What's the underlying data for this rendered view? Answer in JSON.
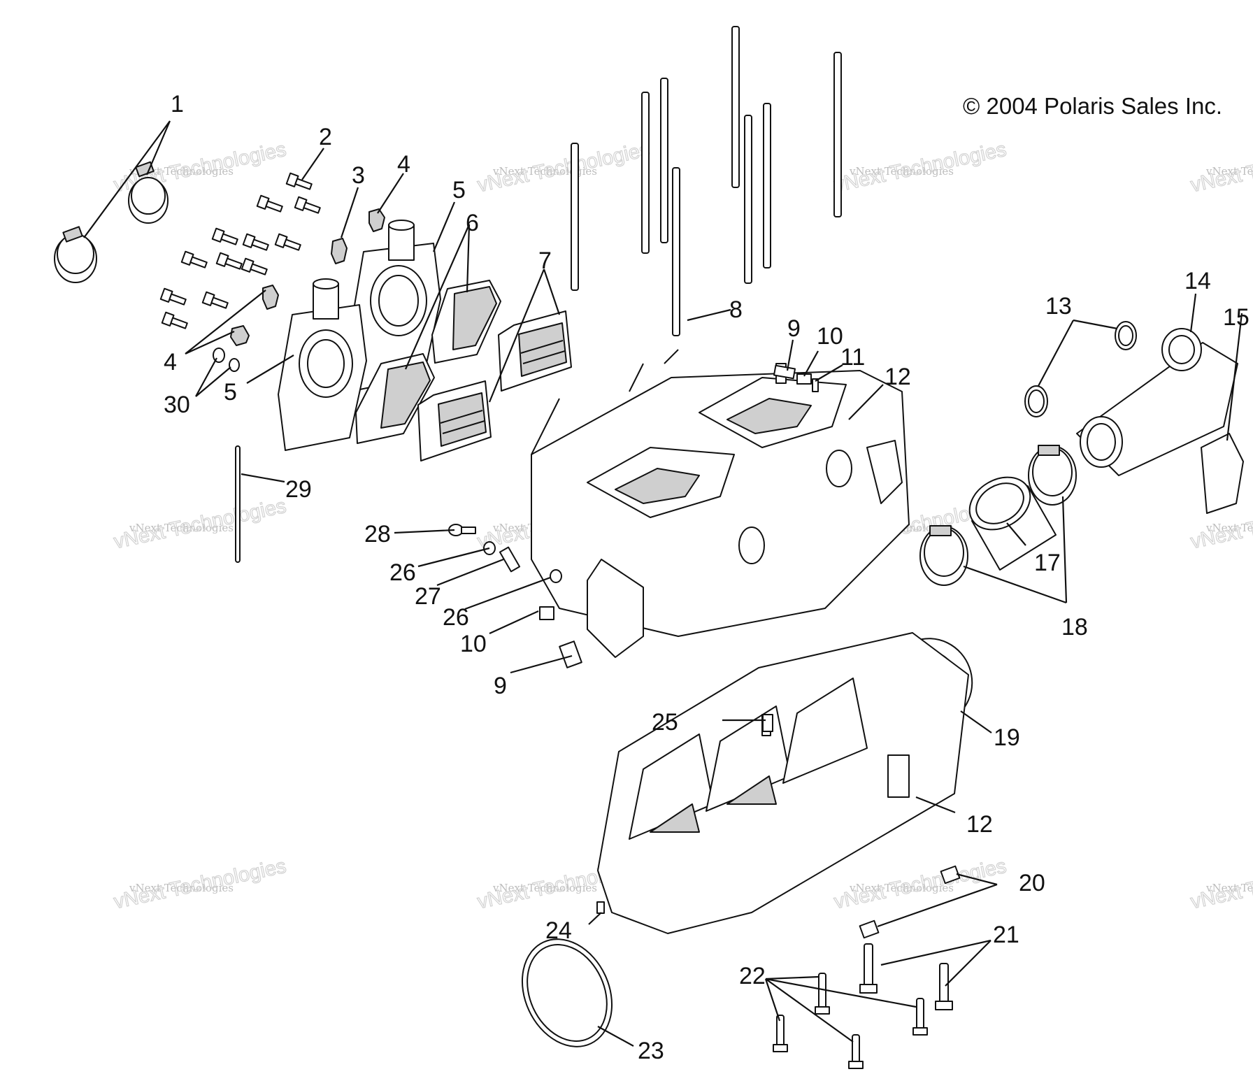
{
  "copyright": "© 2004 Polaris Sales Inc.",
  "watermark": {
    "line1": "vNext Technologies",
    "line2": "vNext Technologies"
  },
  "callouts": {
    "c1": "1",
    "c2": "2",
    "c3": "3",
    "c4a": "4",
    "c4b": "4",
    "c5a": "5",
    "c5b": "5",
    "c6": "6",
    "c7": "7",
    "c8": "8",
    "c9a": "9",
    "c9b": "9",
    "c10a": "10",
    "c10b": "10",
    "c11": "11",
    "c12a": "12",
    "c12b": "12",
    "c13": "13",
    "c14": "14",
    "c15": "15",
    "c17": "17",
    "c18": "18",
    "c19": "19",
    "c20": "20",
    "c21": "21",
    "c22": "22",
    "c23": "23",
    "c24": "24",
    "c25": "25",
    "c26a": "26",
    "c26b": "26",
    "c27": "27",
    "c28": "28",
    "c29": "29",
    "c30": "30"
  }
}
